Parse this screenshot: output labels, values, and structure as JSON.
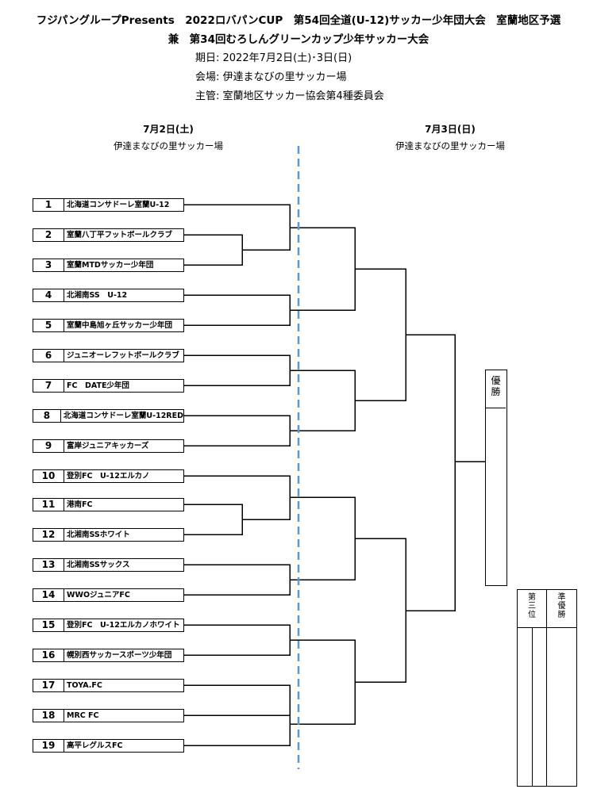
{
  "header": {
    "title_line1": "フジパングループPresents　2022ロバパンCUP　第54回全道(U-12)サッカー少年団大会　室蘭地区予選",
    "title_line2": "兼　第34回むろしんグリーンカップ少年サッカー大会",
    "date": "期日:  2022年7月2日(土)･3日(日)",
    "venue": "会場:  伊達まなびの里サッカー場",
    "organizer": "主管:  室蘭地区サッカー協会第4種委員会"
  },
  "days": {
    "day1_label": "7月2日(土)",
    "day1_venue": "伊達まなびの里サッカー場",
    "day2_label": "7月3日(日)",
    "day2_venue": "伊達まなびの里サッカー場"
  },
  "teams": [
    {
      "num": "1",
      "name": "北海道コンサドーレ室蘭U-12"
    },
    {
      "num": "2",
      "name": "室蘭八丁平フットボールクラブ"
    },
    {
      "num": "3",
      "name": "室蘭MTDサッカー少年団"
    },
    {
      "num": "4",
      "name": "北湘南SS　U-12"
    },
    {
      "num": "5",
      "name": "室蘭中島旭ヶ丘サッカー少年団"
    },
    {
      "num": "6",
      "name": "ジュニオーレフットボールクラブ"
    },
    {
      "num": "7",
      "name": "FC　DATE少年団"
    },
    {
      "num": "8",
      "name": "北海道コンサドーレ室蘭U-12RED"
    },
    {
      "num": "9",
      "name": "富岸ジュニアキッカーズ"
    },
    {
      "num": "10",
      "name": "登別FC　U-12エルカノ"
    },
    {
      "num": "11",
      "name": "港南FC"
    },
    {
      "num": "12",
      "name": "北湘南SSホワイト"
    },
    {
      "num": "13",
      "name": "北湘南SSサックス"
    },
    {
      "num": "14",
      "name": "WWOジュニアFC"
    },
    {
      "num": "15",
      "name": "登別FC　U-12エルカノホワイト"
    },
    {
      "num": "16",
      "name": "幌別西サッカースポーツ少年団"
    },
    {
      "num": "17",
      "name": "TOYA.FC"
    },
    {
      "num": "18",
      "name": "MRC FC"
    },
    {
      "num": "19",
      "name": "高平レグルスFC"
    }
  ],
  "winner_box": {
    "label": "優\n勝"
  },
  "placing_table": {
    "third_label": "第\n三\n位",
    "runner_up_label": "準\n優\n勝"
  },
  "colors": {
    "divider": "#5b9bd5",
    "lines": "#000000"
  }
}
